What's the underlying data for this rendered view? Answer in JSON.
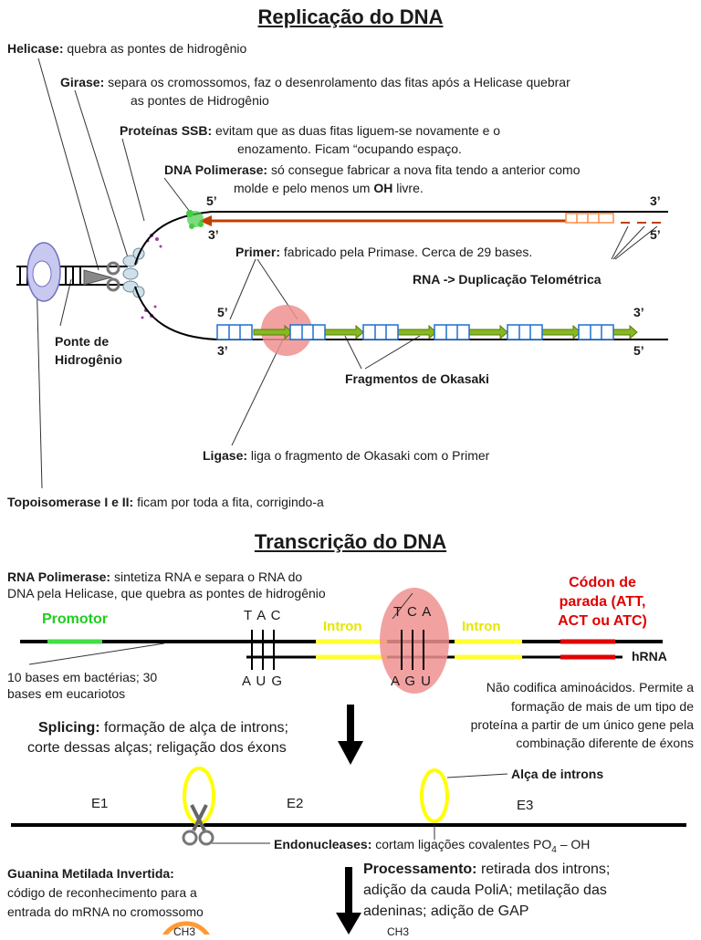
{
  "replication": {
    "title": "Replicação do DNA",
    "helicase": {
      "name": "Helicase:",
      "desc": "quebra as pontes de hidrogênio"
    },
    "girase": {
      "name": "Girase:",
      "desc1": "separa os cromossomos, faz o desenrolamento das fitas após a Helicase quebrar",
      "desc2": "as pontes de Hidrogênio"
    },
    "ssb": {
      "name": "Proteínas SSB:",
      "desc1": "evitam que as duas fitas liguem-se novamente e o",
      "desc2": "enozamento. Ficam “ocupando espaço."
    },
    "polimerase": {
      "name": "DNA Polimerase:",
      "desc1": "só consegue fabricar a nova fita tendo a anterior como",
      "desc2a": "molde e pelo menos um",
      "desc2b": "OH",
      "desc2c": "livre."
    },
    "primer": {
      "name": "Primer:",
      "desc": "fabricado pela Primase. Cerca de 29 bases."
    },
    "rna_dup": "RNA -> Duplicação Telométrica",
    "ponte": {
      "line1": "Ponte de",
      "line2": "Hidrogênio"
    },
    "okasaki": "Fragmentos de Okasaki",
    "ligase": {
      "name": "Ligase:",
      "desc": "liga o fragmento de Okasaki com o Primer"
    },
    "topo": {
      "name": "Topoisomerase I e II:",
      "desc": "ficam por toda a fita, corrigindo-a"
    },
    "ends": {
      "top5": "5’",
      "top3": "3’",
      "top3b": "3’",
      "top5b": "5’",
      "bot5": "5’",
      "bot3": "3’",
      "bot3b": "3’",
      "bot5b": "5’"
    }
  },
  "transcription": {
    "title": "Transcrição do DNA",
    "rna_pol": {
      "name": "RNA Polimerase:",
      "desc1": "sintetiza RNA e separa o RNA do",
      "desc2": "DNA pela Helicase, que quebra as pontes de hidrogênio"
    },
    "codon": {
      "line1": "Códon de",
      "line2": "parada (ATT,",
      "line3": "ACT ou ATC)"
    },
    "promotor": "Promotor",
    "intron1": "Intron",
    "intron2": "Intron",
    "tac": "T A C",
    "tca": "T C A",
    "aug": "A U G",
    "agu": "A G U",
    "hrna": "hRNA",
    "bases": {
      "line1": "10 bases em bactérias; 30",
      "line2": "bases em eucariotos"
    },
    "nao_codifica": {
      "line1": "Não codifica aminoácidos. Permite a",
      "line2": "formação de mais de um tipo de",
      "line3": "proteína a partir de um único gene pela",
      "line4": "combinação diferente de éxons"
    },
    "splicing": {
      "name": "Splicing:",
      "desc1": "formação de alça de introns;",
      "desc2": "corte dessas alças; religação dos éxons"
    },
    "alca": "Alça de introns",
    "e1": "E1",
    "e2": "E2",
    "e3": "E3",
    "endo": {
      "name": "Endonucleases:",
      "desc": "cortam ligações covalentes PO",
      "sub": "4",
      "tail": " – OH"
    },
    "guanina": {
      "name": "Guanina Metilada Invertida:",
      "desc1": "código de reconhecimento para a",
      "desc2": "entrada do mRNA no cromossomo"
    },
    "processamento": {
      "name": "Processamento:",
      "desc1": "retirada dos introns;",
      "desc2": "adição da cauda PoliA; metilação das",
      "desc3": "adeninas; adição de GAP"
    },
    "ch3": "CH3",
    "ch3b": "CH3"
  }
}
